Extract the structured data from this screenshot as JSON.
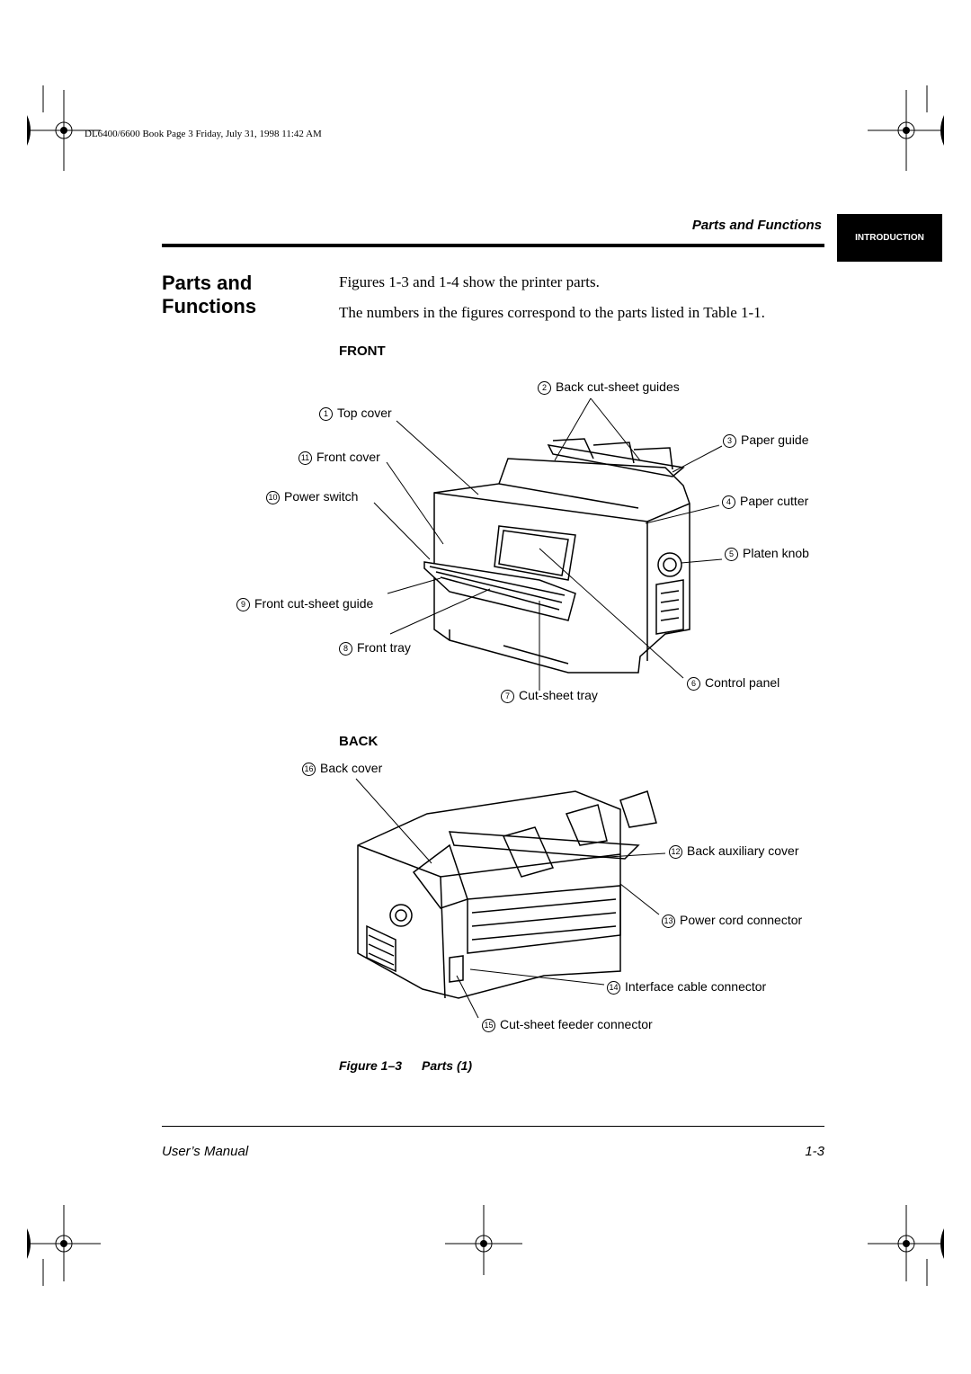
{
  "print_header": "DL6400/6600 Book  Page 3  Friday, July 31, 1998  11:42 AM",
  "running_title": "Parts and Functions",
  "section_tab": "INTRODUCTION",
  "section_heading": "Parts and Functions",
  "body": {
    "line1": "Figures 1-3 and 1-4 show the printer parts.",
    "line2": "The numbers in the figures correspond to the parts listed in Table 1-1."
  },
  "front": {
    "heading": "FRONT",
    "labels": {
      "c1": {
        "num": "1",
        "text": "Top cover"
      },
      "c2": {
        "num": "2",
        "text": "Back cut-sheet guides"
      },
      "c3": {
        "num": "3",
        "text": "Paper guide"
      },
      "c4": {
        "num": "4",
        "text": "Paper cutter"
      },
      "c5": {
        "num": "5",
        "text": "Platen knob"
      },
      "c6": {
        "num": "6",
        "text": "Control panel"
      },
      "c7": {
        "num": "7",
        "text": "Cut-sheet tray"
      },
      "c8": {
        "num": "8",
        "text": "Front tray"
      },
      "c9": {
        "num": "9",
        "text": "Front cut-sheet guide"
      },
      "c10": {
        "num": "10",
        "text": "Power switch"
      },
      "c11": {
        "num": "11",
        "text": "Front cover"
      }
    }
  },
  "back": {
    "heading": "BACK",
    "labels": {
      "c12": {
        "num": "12",
        "text": "Back auxiliary cover"
      },
      "c13": {
        "num": "13",
        "text": "Power cord connector"
      },
      "c14": {
        "num": "14",
        "text": "Interface cable connector"
      },
      "c15": {
        "num": "15",
        "text": "Cut-sheet feeder connector"
      },
      "c16": {
        "num": "16",
        "text": "Back cover"
      }
    }
  },
  "caption": {
    "number": "Figure 1–3",
    "title": "Parts (1)"
  },
  "footer": {
    "left": "User’s Manual",
    "right": "1-3"
  }
}
